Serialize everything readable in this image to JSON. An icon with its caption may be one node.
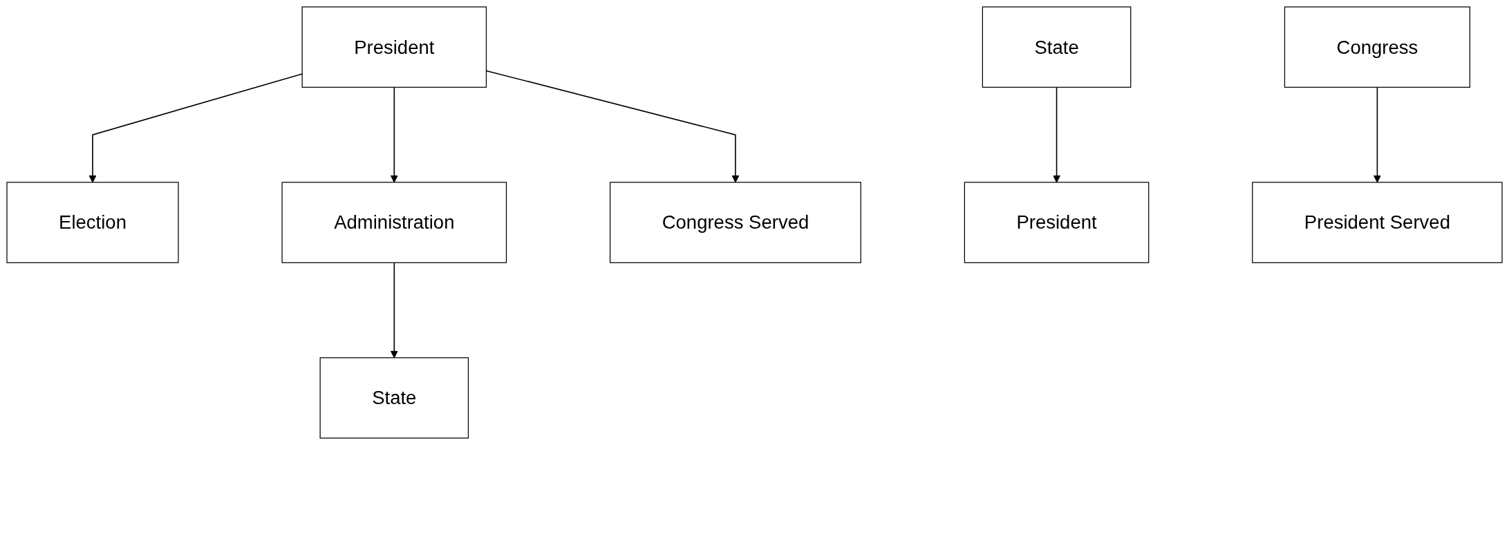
{
  "diagram": {
    "nodes": [
      {
        "text": [
          "President"
        ]
      },
      {
        "text": [
          "Election"
        ]
      },
      {
        "text": [
          "Administration"
        ]
      },
      {
        "text": [
          "Congress Served"
        ]
      },
      {
        "text": [
          "State"
        ]
      },
      {
        "text": [
          "State"
        ]
      },
      {
        "text": [
          "President"
        ]
      },
      {
        "text": [
          "Congress"
        ]
      },
      {
        "text": [
          "President Served"
        ]
      }
    ],
    "edges": [
      {
        "from": 0,
        "to": 1,
        "arrow": "to"
      },
      {
        "from": 0,
        "to": 2,
        "arrow": "to"
      },
      {
        "from": 0,
        "to": 3,
        "arrow": "to"
      },
      {
        "from": 2,
        "to": 4,
        "arrow": "to"
      },
      {
        "from": 5,
        "to": 6,
        "arrow": "to"
      },
      {
        "from": 7,
        "to": 8,
        "arrow": "to"
      }
    ]
  }
}
